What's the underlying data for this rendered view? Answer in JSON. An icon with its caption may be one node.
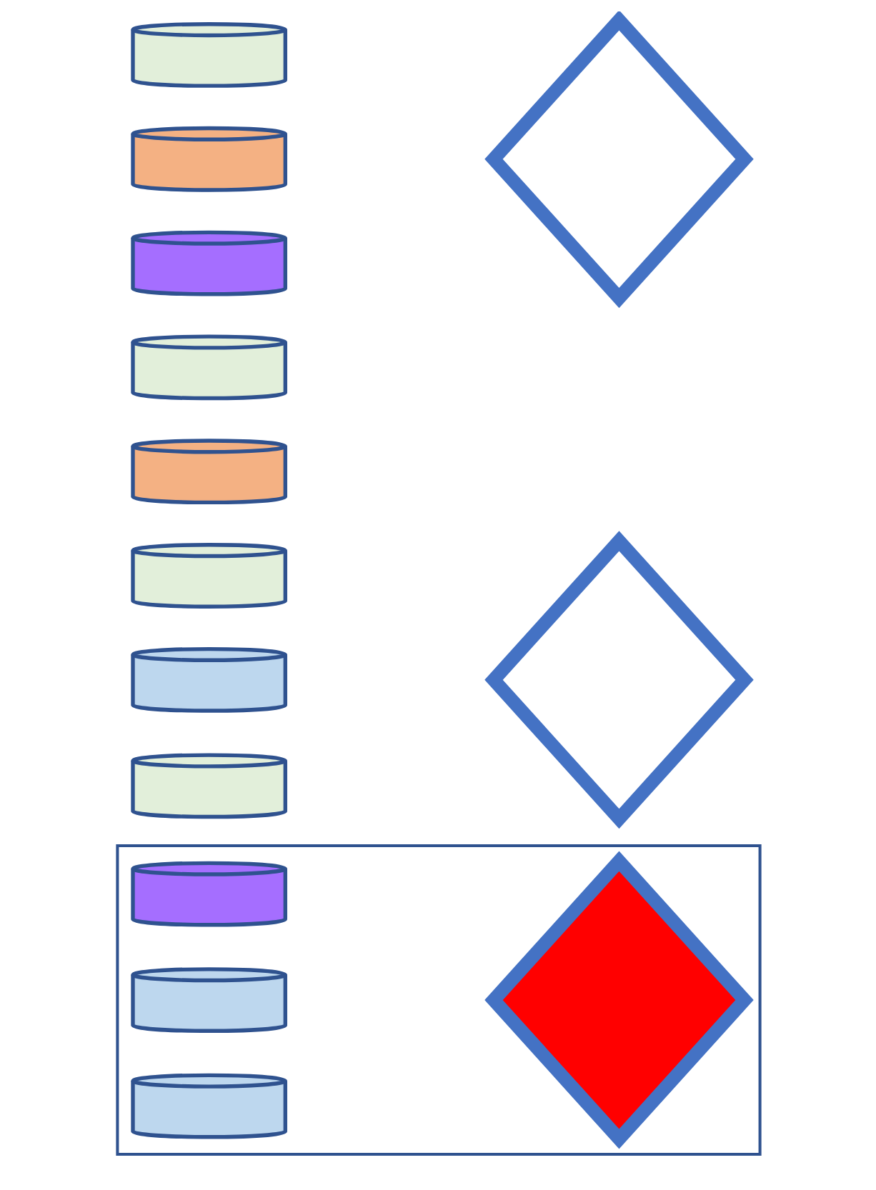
{
  "diagram": {
    "nodes": [
      {
        "text": [],
        "shape": "box"
      },
      {
        "text": [],
        "shape": "cylinder"
      },
      {
        "text": [],
        "shape": "cylinder"
      },
      {
        "text": [],
        "shape": "cylinder"
      },
      {
        "text": [],
        "shape": "cylinder"
      },
      {
        "text": [],
        "shape": "cylinder",
        "in": 0
      },
      {
        "text": [],
        "shape": "cylinder",
        "in": 0
      },
      {
        "text": [],
        "shape": "cylinder",
        "in": 0
      },
      {
        "text": [],
        "shape": "cylinder"
      },
      {
        "text": [],
        "shape": "cylinder"
      },
      {
        "text": [],
        "shape": "cylinder"
      },
      {
        "text": [],
        "shape": "cylinder"
      },
      {
        "text": [],
        "shape": "diamond"
      },
      {
        "text": [],
        "shape": "diamond",
        "in": 0
      },
      {
        "text": [],
        "shape": "diamond"
      }
    ]
  }
}
